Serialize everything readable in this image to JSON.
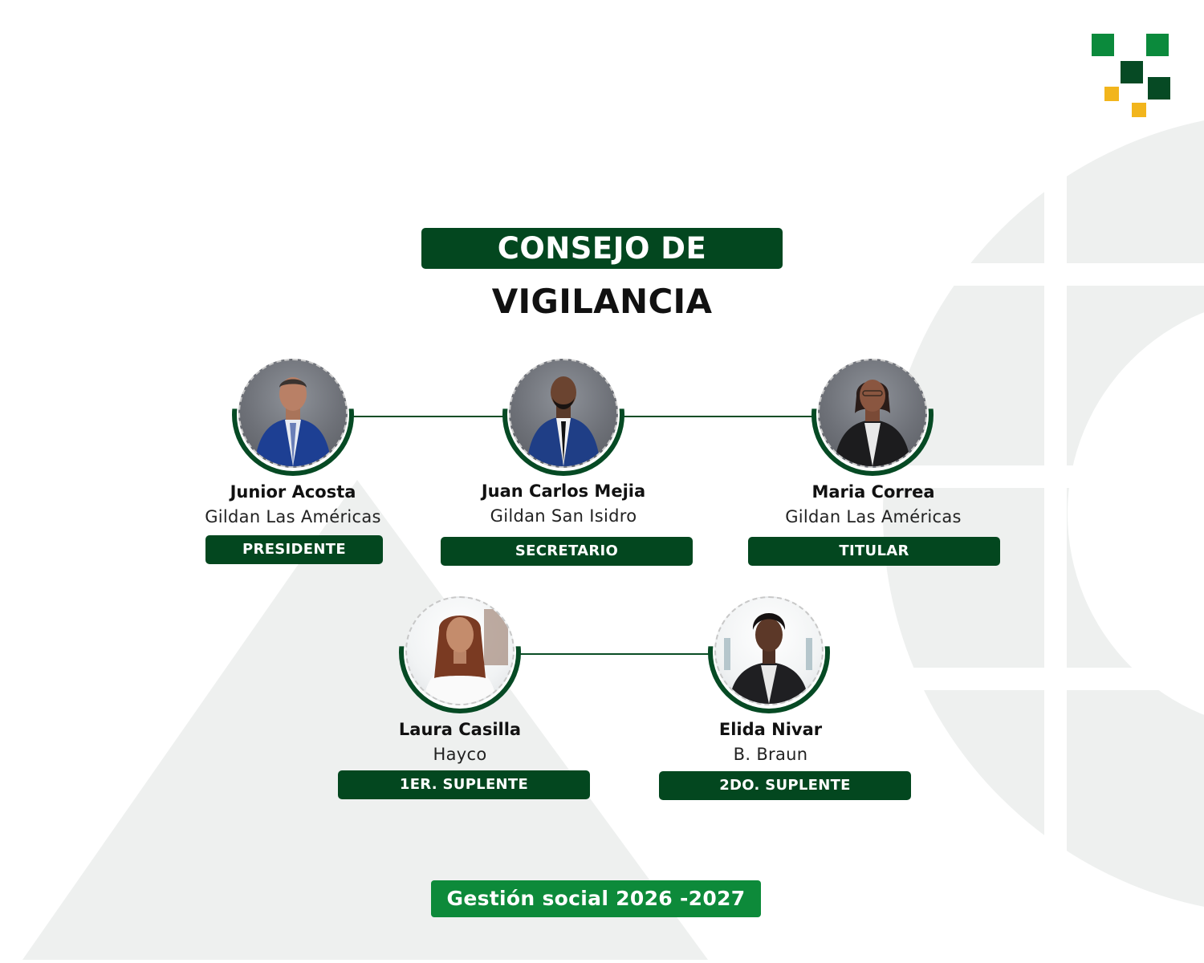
{
  "colors": {
    "dark_green": "#03471f",
    "medium_green": "#0d8a3a",
    "accent_yellow": "#f2b51c",
    "background_shapes": "#eef0ef"
  },
  "title": {
    "line1": "CONSEJO DE",
    "line2": "VIGILANCIA"
  },
  "members": [
    {
      "name": "Junior Acosta",
      "company": "Gildan Las Américas",
      "role": "PRESIDENTE"
    },
    {
      "name": "Juan Carlos Mejia",
      "company": "Gildan San Isidro",
      "role": "SECRETARIO"
    },
    {
      "name": "Maria Correa",
      "company": "Gildan Las Américas",
      "role": "TITULAR"
    },
    {
      "name": "Laura Casilla",
      "company": "Hayco",
      "role": "1ER. SUPLENTE"
    },
    {
      "name": "Elida Nivar",
      "company": "B. Braun",
      "role": "2DO. SUPLENTE"
    }
  ],
  "footer": "Gestión social 2026 -2027"
}
